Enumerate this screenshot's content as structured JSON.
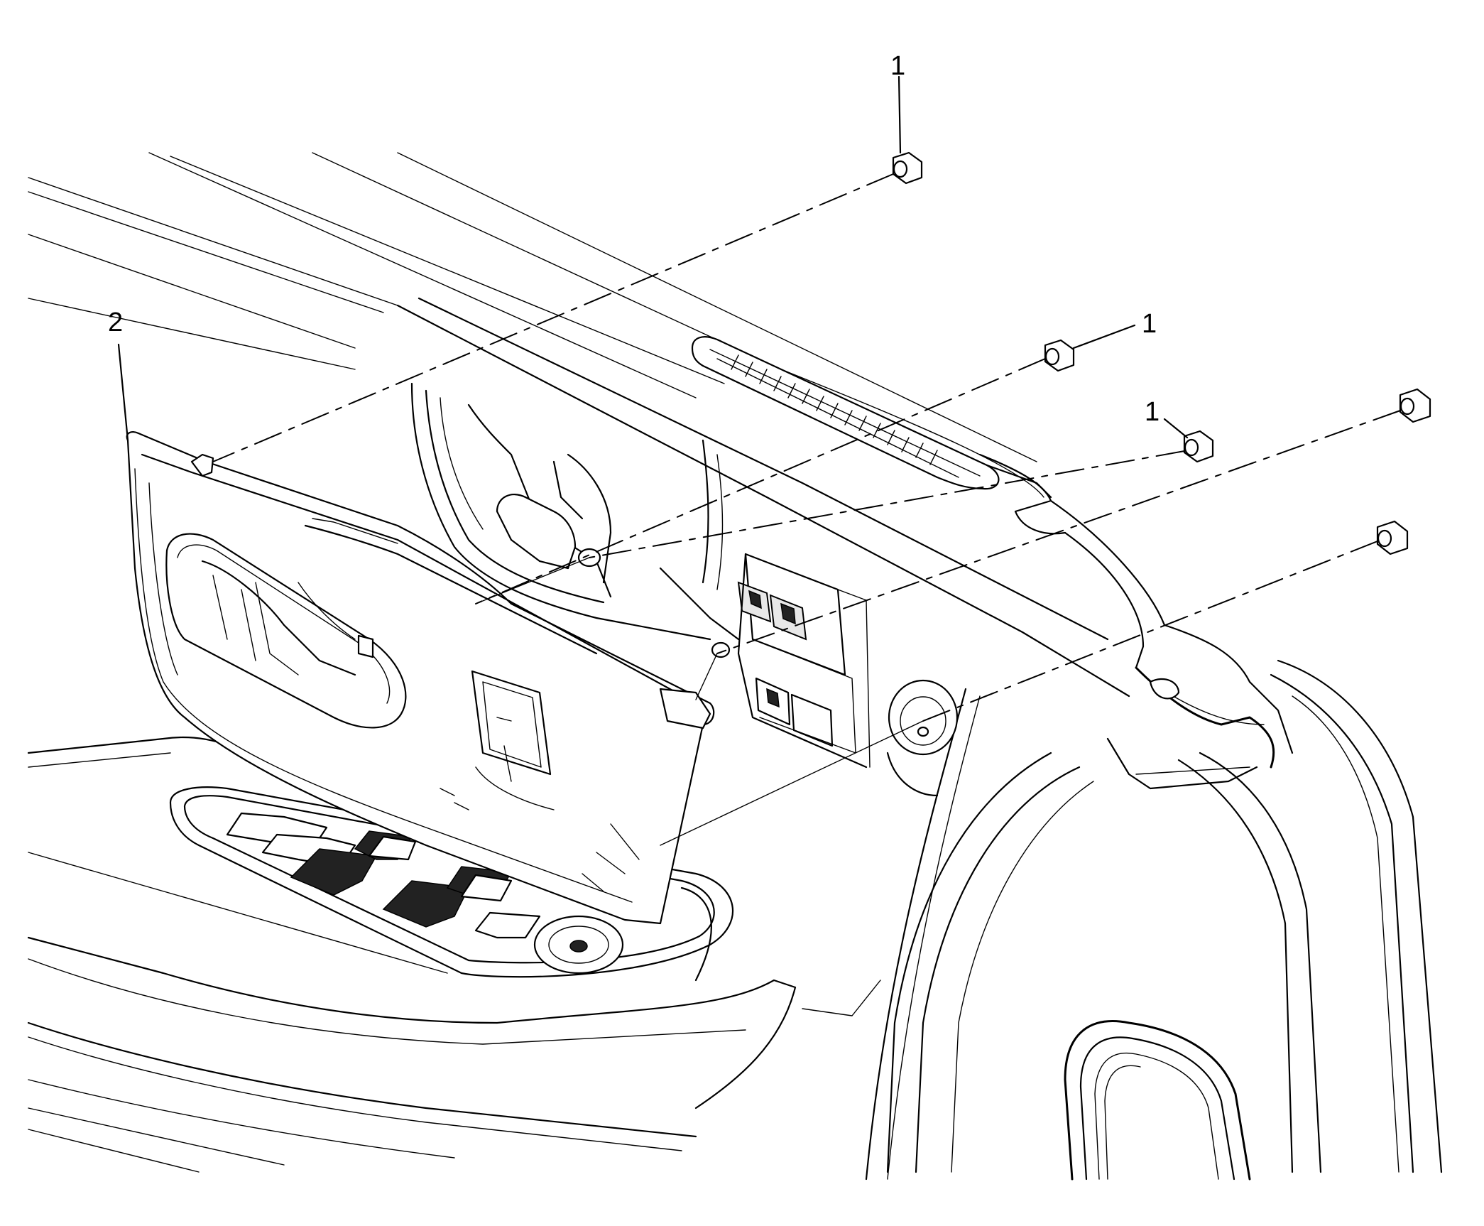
{
  "callouts": {
    "fastener_a": "1",
    "fastener_b": "1",
    "fastener_c": "1",
    "trim_plate": "2"
  },
  "colors": {
    "line": "#000000",
    "background": "#ffffff"
  }
}
